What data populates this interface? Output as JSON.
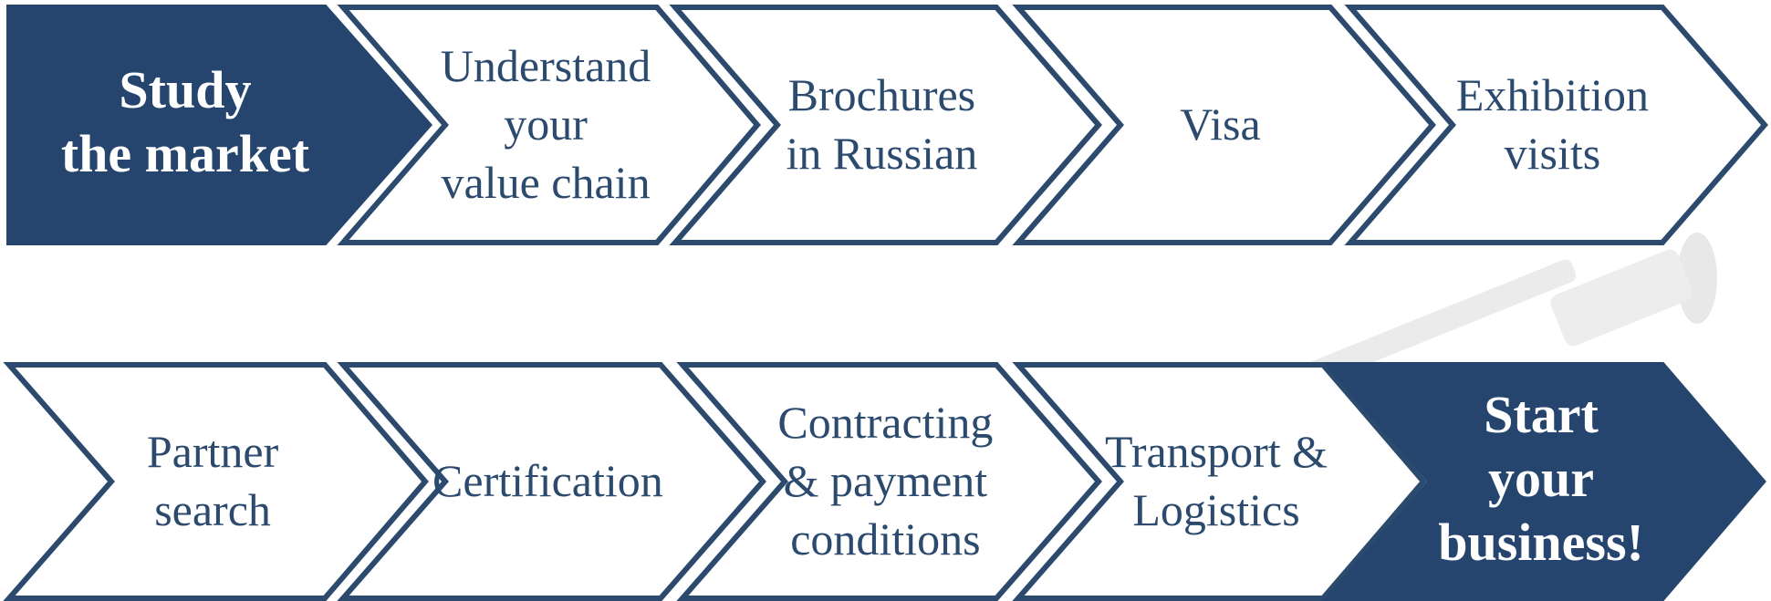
{
  "colors": {
    "dark_fill": "#25456e",
    "outline": "#2c4a6e",
    "light_fill": "#ffffff",
    "text_dark": "#2c4a6e",
    "text_light": "#ffffff"
  },
  "rows": [
    {
      "steps": [
        {
          "lines": [
            "Study",
            "the market"
          ],
          "highlight": true
        },
        {
          "lines": [
            "Understand",
            "your",
            "value chain"
          ],
          "highlight": false
        },
        {
          "lines": [
            "Brochures",
            "in Russian"
          ],
          "highlight": false
        },
        {
          "lines": [
            "Visa"
          ],
          "highlight": false
        },
        {
          "lines": [
            "Exhibition",
            "visits"
          ],
          "highlight": false
        }
      ]
    },
    {
      "steps": [
        {
          "lines": [
            "Partner",
            "search"
          ],
          "highlight": false
        },
        {
          "lines": [
            "Certification"
          ],
          "highlight": false
        },
        {
          "lines": [
            "Contracting",
            "& payment",
            "conditions"
          ],
          "highlight": false
        },
        {
          "lines": [
            "Transport &",
            "Logistics"
          ],
          "highlight": false
        },
        {
          "lines": [
            "Start",
            "your",
            "business!"
          ],
          "highlight": true
        }
      ]
    }
  ],
  "decoration": {
    "icon": "faded-key-icon"
  }
}
